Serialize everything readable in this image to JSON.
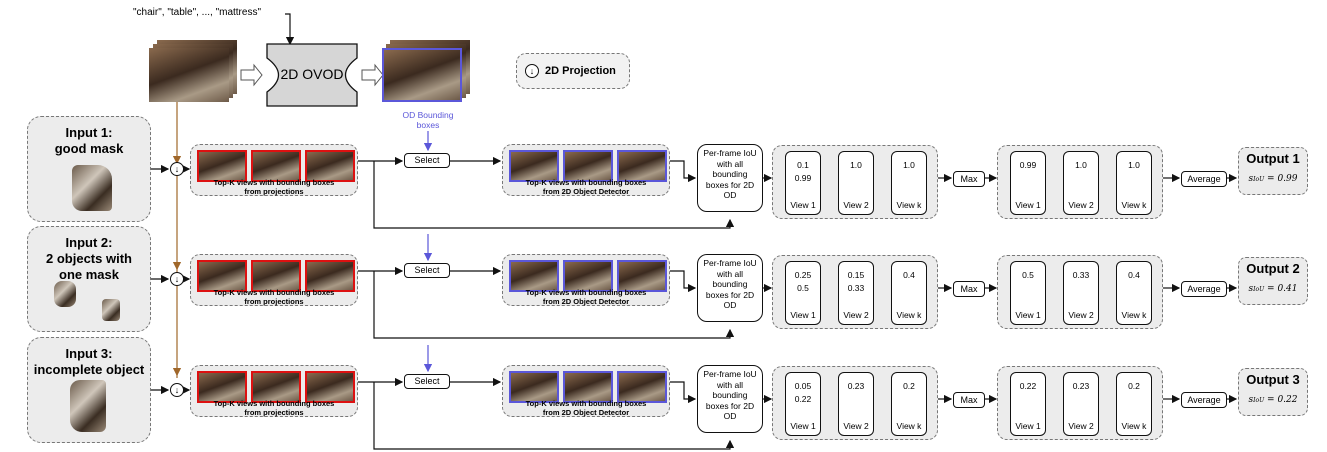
{
  "query_text": "\"chair\", \"table\", ..., \"mattress\"",
  "ovod_label": "2D OVOD",
  "od_bbox_label_1": "OD Bounding",
  "od_bbox_label_2": "boxes",
  "legend_label": "2D Projection",
  "legend_icon": "down-arrow-circle-icon",
  "select_label": "Select",
  "max_label": "Max",
  "average_label": "Average",
  "iou_lines": [
    "Per-frame IoU",
    "with all",
    "bounding",
    "boxes for 2D",
    "OD"
  ],
  "proj_caption_1": "Top-K views with bounding boxes",
  "proj_caption_2": "from projections",
  "det_caption_1": "Top-K views with bounding boxes",
  "det_caption_2": "from 2D Object Detector",
  "colors": {
    "projection_box": "#d11111",
    "detector_box": "#5b57d9",
    "input_arrow": "#a0672a"
  },
  "rows": [
    {
      "input_line1": "Input 1:",
      "input_line2": "good mask",
      "views": [
        {
          "v1": "0.1",
          "v2": "0.99",
          "label": "View 1"
        },
        {
          "v1": "1.0",
          "v2": "",
          "label": "View 2"
        },
        {
          "v1": "1.0",
          "v2": "",
          "label": "View k"
        }
      ],
      "max_views": [
        {
          "v": "0.99",
          "label": "View 1"
        },
        {
          "v": "1.0",
          "label": "View 2"
        },
        {
          "v": "1.0",
          "label": "View k"
        }
      ],
      "output_title": "Output 1",
      "score_value": "0.99"
    },
    {
      "input_line1": "Input 2:",
      "input_line2": "2 objects with",
      "input_line3": "one mask",
      "views": [
        {
          "v1": "0.25",
          "v2": "0.5",
          "label": "View 1"
        },
        {
          "v1": "0.15",
          "v2": "0.33",
          "label": "View 2"
        },
        {
          "v1": "0.4",
          "v2": "",
          "label": "View k"
        }
      ],
      "max_views": [
        {
          "v": "0.5",
          "label": "View 1"
        },
        {
          "v": "0.33",
          "label": "View 2"
        },
        {
          "v": "0.4",
          "label": "View k"
        }
      ],
      "output_title": "Output 2",
      "score_value": "0.41"
    },
    {
      "input_line1": "Input 3:",
      "input_line2": "incomplete object",
      "views": [
        {
          "v1": "0.05",
          "v2": "0.22",
          "label": "View 1"
        },
        {
          "v1": "0.23",
          "v2": "",
          "label": "View 2"
        },
        {
          "v1": "0.2",
          "v2": "",
          "label": "View k"
        }
      ],
      "max_views": [
        {
          "v": "0.22",
          "label": "View 1"
        },
        {
          "v": "0.23",
          "label": "View 2"
        },
        {
          "v": "0.2",
          "label": "View k"
        }
      ],
      "output_title": "Output 3",
      "score_value": "0.22"
    }
  ]
}
